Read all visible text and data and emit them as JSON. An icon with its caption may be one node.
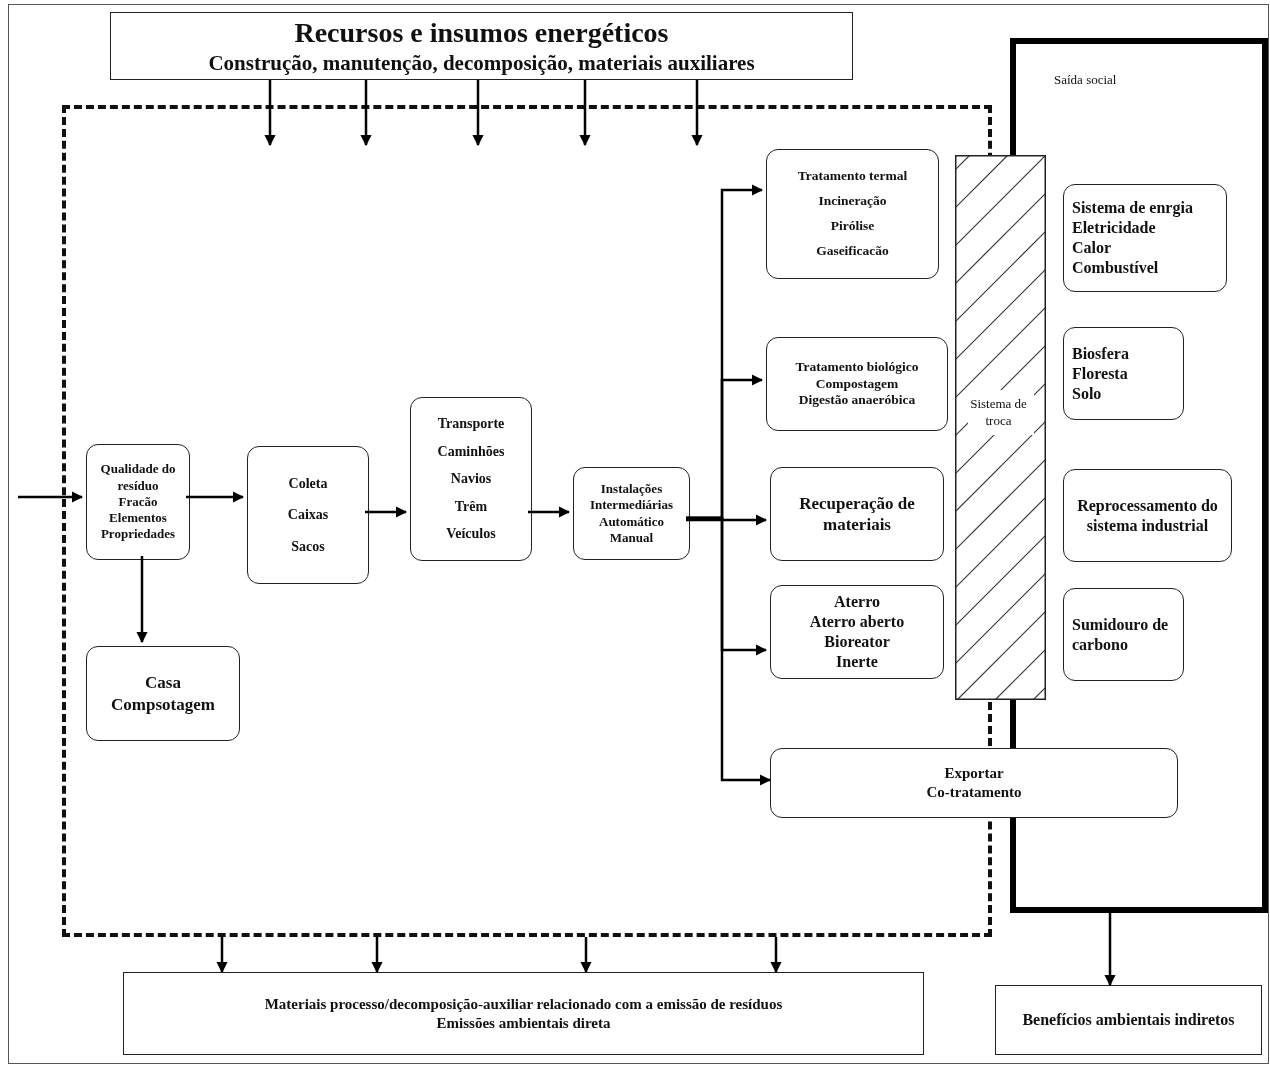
{
  "diagram": {
    "nodes": [
      {
        "text": [
          "Recursos e insumos energéticos",
          "Construção, manutenção, decomposição, materiais auxiliares"
        ]
      },
      {
        "text": [],
        "shape": "box"
      },
      {
        "text": [
          "Qualidade do resíduo",
          "Fracão",
          "Elementos",
          "Propriedades"
        ],
        "in": 1
      },
      {
        "text": [
          "Coleta",
          "Caixas",
          "Sacos"
        ],
        "in": 1
      },
      {
        "text": [
          "Transporte",
          "Caminhões",
          "Navios",
          "Trêm",
          "Veículos"
        ],
        "in": 1
      },
      {
        "text": [
          "Instalações Intermediárias",
          "Automático",
          "Manual"
        ],
        "in": 1
      },
      {
        "text": [
          "Casa",
          "Compsotagem"
        ],
        "in": 1
      },
      {
        "text": [
          "Tratamento termal",
          "Incineração",
          "Pirólise",
          "Gaseificacão"
        ],
        "in": 1
      },
      {
        "text": [
          "Tratamento biológico",
          "Compostagem",
          "Digestão anaeróbica"
        ],
        "in": 1
      },
      {
        "text": [
          "Recuperação de materiais"
        ],
        "in": 1
      },
      {
        "text": [
          "Aterro",
          "Aterro aberto",
          "Bioreator",
          "Inerte"
        ],
        "in": 1
      },
      {
        "text": [
          "Exportar",
          "Co-tratamento"
        ]
      },
      {
        "text": [
          "Sistema de troca"
        ]
      },
      {
        "text": [
          "Saída social"
        ]
      },
      {
        "text": [
          "Sistema de enrgia",
          "Eletricidade",
          "Calor",
          "Combustível"
        ],
        "in": 13
      },
      {
        "text": [
          "Biosfera",
          "Floresta",
          "Solo"
        ],
        "in": 13
      },
      {
        "text": [
          "Reprocessamento do sistema industrial"
        ],
        "in": 13
      },
      {
        "text": [
          "Sumidouro de carbono"
        ],
        "in": 13
      },
      {
        "text": [
          "Materiais processo/decomposição-auxiliar relacionado com a emissão de resíduos",
          "Emissões ambientais direta"
        ]
      },
      {
        "text": [
          "Benefícios ambientais indiretos"
        ]
      }
    ],
    "edges": [
      {
        "from": 0,
        "to": 1,
        "arrow": "to"
      },
      {
        "from": 0,
        "to": 1,
        "arrow": "to"
      },
      {
        "from": 0,
        "to": 1,
        "arrow": "to"
      },
      {
        "from": 0,
        "to": 1,
        "arrow": "to"
      },
      {
        "from": 0,
        "to": 1,
        "arrow": "to"
      },
      {
        "from": null,
        "to": 2,
        "arrow": "to"
      },
      {
        "from": 2,
        "to": 3,
        "arrow": "to"
      },
      {
        "from": 3,
        "to": 4,
        "arrow": "to"
      },
      {
        "from": 4,
        "to": 5,
        "arrow": "to"
      },
      {
        "from": 2,
        "to": 6,
        "arrow": "to"
      },
      {
        "from": 5,
        "to": 7,
        "arrow": "to"
      },
      {
        "from": 5,
        "to": 8,
        "arrow": "to"
      },
      {
        "from": 5,
        "to": 9,
        "arrow": "to"
      },
      {
        "from": 5,
        "to": 10,
        "arrow": "to"
      },
      {
        "from": 5,
        "to": 11,
        "arrow": "to"
      },
      {
        "from": 1,
        "to": 18,
        "arrow": "to"
      },
      {
        "from": 1,
        "to": 18,
        "arrow": "to"
      },
      {
        "from": 1,
        "to": 18,
        "arrow": "to"
      },
      {
        "from": 1,
        "to": 18,
        "arrow": "to"
      },
      {
        "from": 13,
        "to": 19,
        "arrow": "to"
      }
    ]
  }
}
